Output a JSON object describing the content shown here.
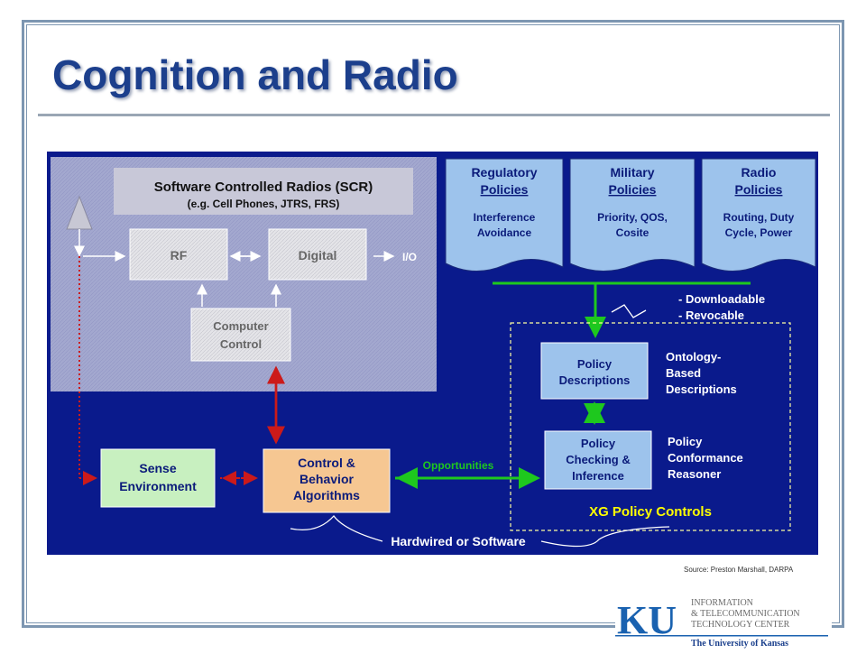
{
  "slide": {
    "title": "Cognition and Radio",
    "source": "Source: Preston Marshall, DARPA"
  },
  "diagram": {
    "scr_title": "Software Controlled Radios (SCR)",
    "scr_subtitle": "(e.g. Cell Phones, JTRS, FRS)",
    "rf": "RF",
    "digital": "Digital",
    "io": "I/O",
    "computer_control": [
      "Computer",
      "Control"
    ],
    "policies": [
      {
        "title": [
          "Regulatory",
          "Policies"
        ],
        "body": [
          "Interference",
          "Avoidance"
        ]
      },
      {
        "title": [
          "Military",
          "Policies"
        ],
        "body": [
          "Priority, QOS,",
          "Cosite"
        ]
      },
      {
        "title": [
          "Radio",
          "Policies"
        ],
        "body": [
          "Routing, Duty",
          "Cycle, Power"
        ]
      }
    ],
    "downloadable": "- Downloadable",
    "revocable": "- Revocable",
    "policy_descriptions": [
      "Policy",
      "Descriptions"
    ],
    "ontology": [
      "Ontology-",
      "Based",
      "Descriptions"
    ],
    "policy_checking": [
      "Policy",
      "Checking &",
      "Inference"
    ],
    "conformance": [
      "Policy",
      "Conformance",
      "Reasoner"
    ],
    "xg_controls": "XG Policy Controls",
    "sense": [
      "Sense",
      "Environment"
    ],
    "control_behavior": [
      "Control &",
      "Behavior",
      "Algorithms"
    ],
    "opportunities": "Opportunities",
    "hardwired": "Hardwired or Software"
  },
  "logo": {
    "mark": "KU",
    "lines": [
      "INFORMATION",
      "& TELECOMMUNICATION",
      "TECHNOLOGY CENTER"
    ],
    "university": "The University of Kansas"
  },
  "colors": {
    "title": "#1c3f8c",
    "diagram_bg": "#0a1a8c",
    "scr_panel": "#a3a8cf",
    "policy_doc": "#9dc3ec",
    "sense_box": "#c8f0c0",
    "control_box": "#f6c792",
    "link_green": "#1ec81e",
    "link_red": "#cc1a1a",
    "xg_text": "#ffff00"
  }
}
